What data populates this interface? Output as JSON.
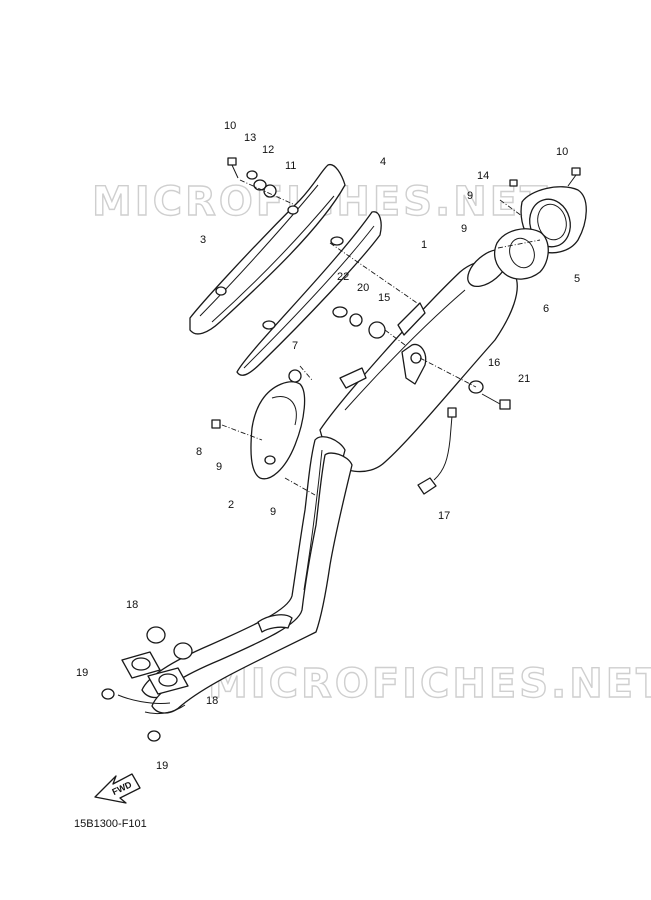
{
  "watermark": {
    "top": "MICROFICHES.NET",
    "bottom": "MICROFICHES.NET"
  },
  "diagram_code": "15B1300-F101",
  "fwd_label": "FWD",
  "callouts": {
    "c1": "1",
    "c2": "2",
    "c3": "3",
    "c4": "4",
    "c5": "5",
    "c6": "6",
    "c7": "7",
    "c8": "8",
    "c9a": "9",
    "c9b": "9",
    "c9c": "9",
    "c9d": "9",
    "c10a": "10",
    "c10b": "10",
    "c11": "11",
    "c12": "12",
    "c13": "13",
    "c14": "14",
    "c15": "15",
    "c16": "16",
    "c17": "17",
    "c18a": "18",
    "c18b": "18",
    "c19a": "19",
    "c19b": "19",
    "c20": "20",
    "c21": "21",
    "c22": "22"
  }
}
